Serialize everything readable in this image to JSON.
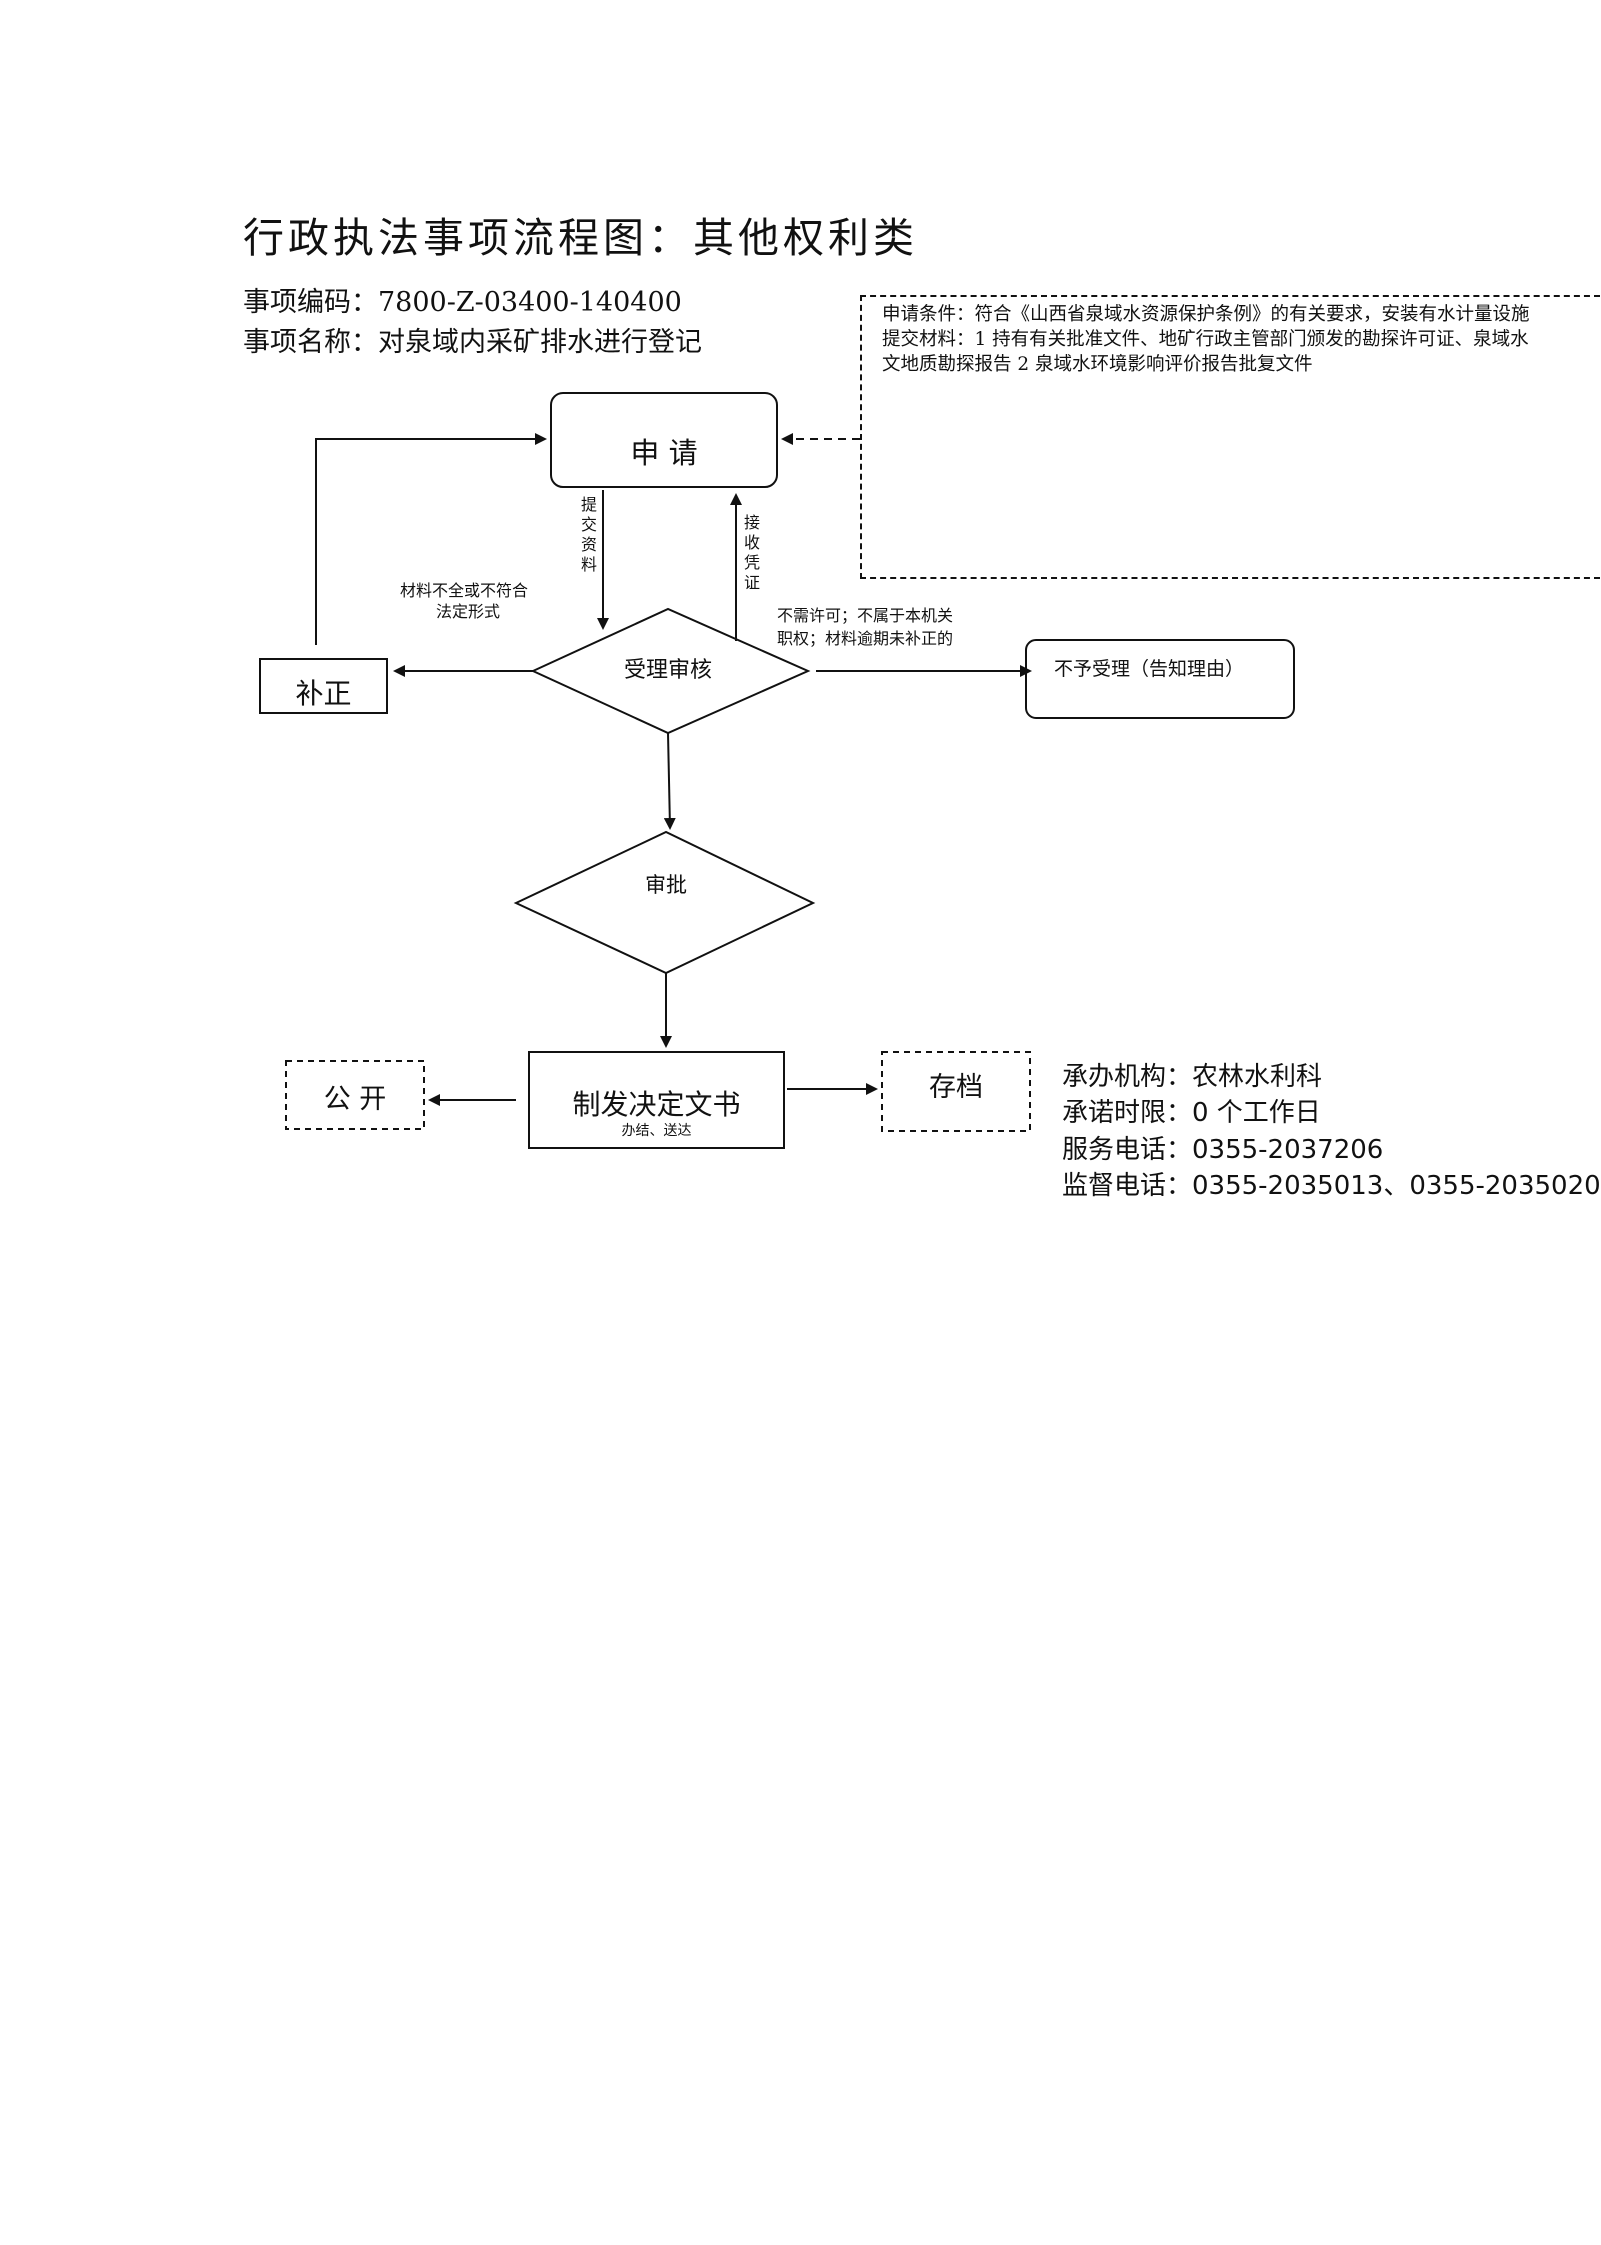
{
  "title": "行政执法事项流程图：其他权利类",
  "meta": {
    "code_line": "事项编码：7800-Z-03400-140400",
    "name_line": "事项名称：对泉域内采矿排水进行登记"
  },
  "conditions": {
    "line1": "申请条件：符合《山西省泉域水资源保护条例》的有关要求，安装有水计量设施",
    "line2": "提交材料：1 持有有关批准文件、地矿行政主管部门颁发的勘探许可证、泉域水",
    "line3": "文地质勘探报告 2 泉域水环境影响评价报告批复文件"
  },
  "nodes": {
    "apply": "申 请",
    "review": "受理审核",
    "correction": "补正",
    "reject": "不予受理（告知理由）",
    "approve": "审批",
    "issue": "制发决定文书",
    "issue_sub": "办结、送达",
    "publish": "公 开",
    "archive": "存档"
  },
  "edges": {
    "submit": "提交资料",
    "receipt": "接收凭证",
    "incomplete_1": "材料不全或不符合",
    "incomplete_2": "法定形式",
    "reject_1": "不需许可；不属于本机关",
    "reject_2": "职权；材料逾期未补正的"
  },
  "info": {
    "agency": "承办机构：农林水利科",
    "time_limit": "承诺时限：0 个工作日",
    "service_phone": "服务电话：0355-2037206",
    "supervise_phone": "监督电话：0355-2035013、0355-2035020"
  }
}
